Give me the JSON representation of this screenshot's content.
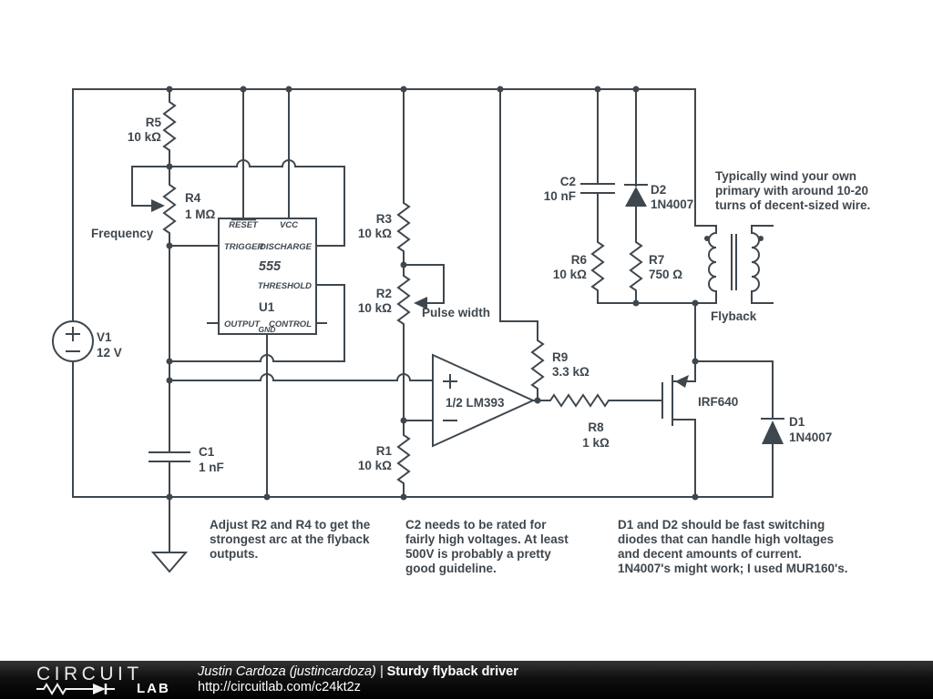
{
  "colors": {
    "wire": "#3f474e",
    "text": "#3f474e",
    "background": "#ffffff",
    "footer_background": "#000000",
    "footer_text": "#ffffff"
  },
  "schematic": {
    "components": {
      "v1": {
        "ref": "V1",
        "value": "12 V"
      },
      "r1": {
        "ref": "R1",
        "value": "10 kΩ"
      },
      "r2": {
        "ref": "R2",
        "value": "10 kΩ"
      },
      "r3": {
        "ref": "R3",
        "value": "10 kΩ"
      },
      "r4": {
        "ref": "R4",
        "value": "1 MΩ"
      },
      "r5": {
        "ref": "R5",
        "value": "10 kΩ"
      },
      "r6": {
        "ref": "R6",
        "value": "10 kΩ"
      },
      "r7": {
        "ref": "R7",
        "value": "750 Ω"
      },
      "r8": {
        "ref": "R8",
        "value": "1 kΩ"
      },
      "r9": {
        "ref": "R9",
        "value": "3.3 kΩ"
      },
      "c1": {
        "ref": "C1",
        "value": "1 nF"
      },
      "c2": {
        "ref": "C2",
        "value": "10 nF"
      },
      "d1": {
        "ref": "D1",
        "value": "1N4007"
      },
      "d2": {
        "ref": "D2",
        "value": "1N4007"
      },
      "u1": {
        "ref": "U1",
        "part": "555",
        "pin_reset": "RESET",
        "pin_vcc": "VCC",
        "pin_trigger": "TRIGGER",
        "pin_discharge": "DISCHARGE",
        "pin_threshold": "THRESHOLD",
        "pin_output": "OUTPUT",
        "pin_gnd": "GND",
        "pin_control": "CONTROL"
      },
      "comparator": {
        "label": "1/2 LM393"
      },
      "mosfet": {
        "label": "IRF640"
      },
      "transformer": {
        "label": "Flyback"
      }
    },
    "labels": {
      "frequency": "Frequency",
      "pulse_width": "Pulse width"
    },
    "notes": {
      "transformer": [
        "Typically wind your own",
        "primary with around 10-20",
        "turns of decent-sized wire."
      ],
      "tuning": [
        "Adjust R2 and R4 to get the",
        "strongest arc at the flyback",
        "outputs."
      ],
      "c2_rating": [
        "C2 needs to be rated for",
        "fairly high voltages. At least",
        "500V is probably a pretty",
        "good guideline."
      ],
      "diodes": [
        "D1 and D2 should be fast switching",
        "diodes that can handle high voltages",
        "and decent amounts of current.",
        "1N4007's might work; I used MUR160's."
      ]
    }
  },
  "footer": {
    "logo_line1": "CIRCUIT",
    "logo_line2": "LAB",
    "author": "Justin Cardoza (justincardoza)",
    "separator": "|",
    "title": "Sturdy flyback driver",
    "url": "http://circuitlab.com/c24kt2z"
  }
}
